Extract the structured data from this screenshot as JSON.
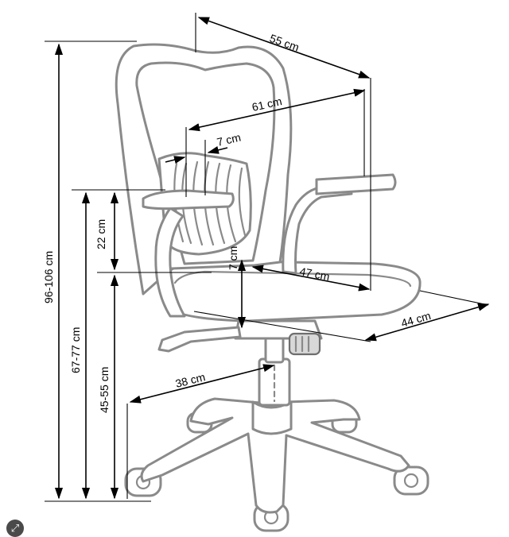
{
  "labels": {
    "width_top": "55 cm",
    "backrest_width": "61 cm",
    "lumbar": "7 cm",
    "arm_to_seat": "22 cm",
    "seat_thickness": "7 cm",
    "seat_depth": "47 cm",
    "seat_width": "44 cm",
    "base_radius": "38 cm",
    "total_height": "96-106 cm",
    "arm_height": "67-77 cm",
    "seat_height": "45-55 cm"
  },
  "icons": {
    "expand": "expand-icon"
  }
}
